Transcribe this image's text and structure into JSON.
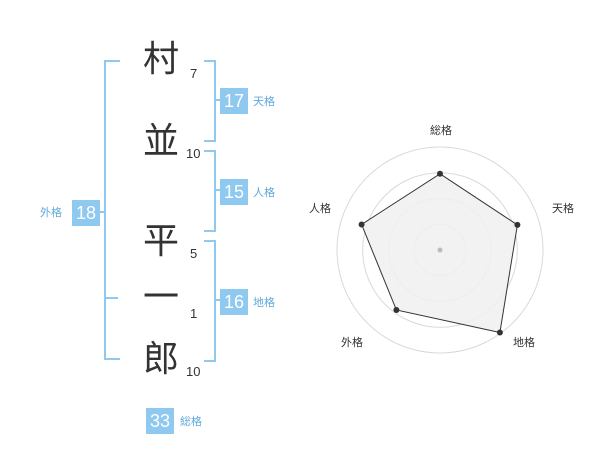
{
  "name": {
    "chars": [
      {
        "char": "村",
        "strokes": "7"
      },
      {
        "char": "並",
        "strokes": "10"
      },
      {
        "char": "平",
        "strokes": "5"
      },
      {
        "char": "一",
        "strokes": "1"
      },
      {
        "char": "郎",
        "strokes": "10"
      }
    ]
  },
  "fortunes": {
    "tenkaku": {
      "value": "17",
      "label": "天格"
    },
    "jinkaku": {
      "value": "15",
      "label": "人格"
    },
    "chikaku": {
      "value": "16",
      "label": "地格"
    },
    "gaikaku": {
      "value": "18",
      "label": "外格"
    },
    "soukaku": {
      "value": "33",
      "label": "総格"
    }
  },
  "radar": {
    "axes": [
      "総格",
      "天格",
      "地格",
      "外格",
      "人格"
    ],
    "levels": 4,
    "values": [
      0.74,
      0.79,
      0.99,
      0.72,
      0.8
    ],
    "line_color": "#333333",
    "fill_color": "#f0f0f0",
    "ring_color": "#d9d9d9",
    "accent_color": "#8fc9f0"
  }
}
